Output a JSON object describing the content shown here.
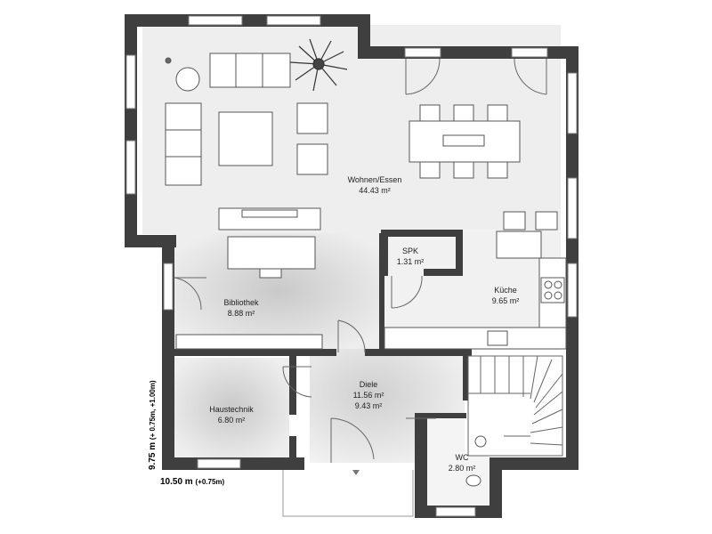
{
  "rooms": {
    "wohnen": {
      "name": "Wohnen/Essen",
      "area": "44.43 m²"
    },
    "spk": {
      "name": "SPK",
      "area": "1.31 m²"
    },
    "kueche": {
      "name": "Küche",
      "area": "9.65 m²"
    },
    "bibliothek": {
      "name": "Bibliothek",
      "area": "8.88 m²"
    },
    "diele": {
      "name": "Diele",
      "area": "11.56 m²",
      "area2": "9.43 m²"
    },
    "haustechnik": {
      "name": "Haustechnik",
      "area": "6.80 m²"
    },
    "wc": {
      "name": "WC",
      "area": "2.80 m²"
    }
  },
  "dimensions": {
    "width_main": "10.50 m",
    "width_extra": "(+0.75m)",
    "depth_main": "9.75 m",
    "depth_extra": "(+ 0.75m, +1.00m)"
  },
  "colors": {
    "wall": "#3f3f3f",
    "floor_living": "#f2f2f2",
    "floor_shade": "#d8d8d8",
    "furniture_line": "#555555"
  }
}
